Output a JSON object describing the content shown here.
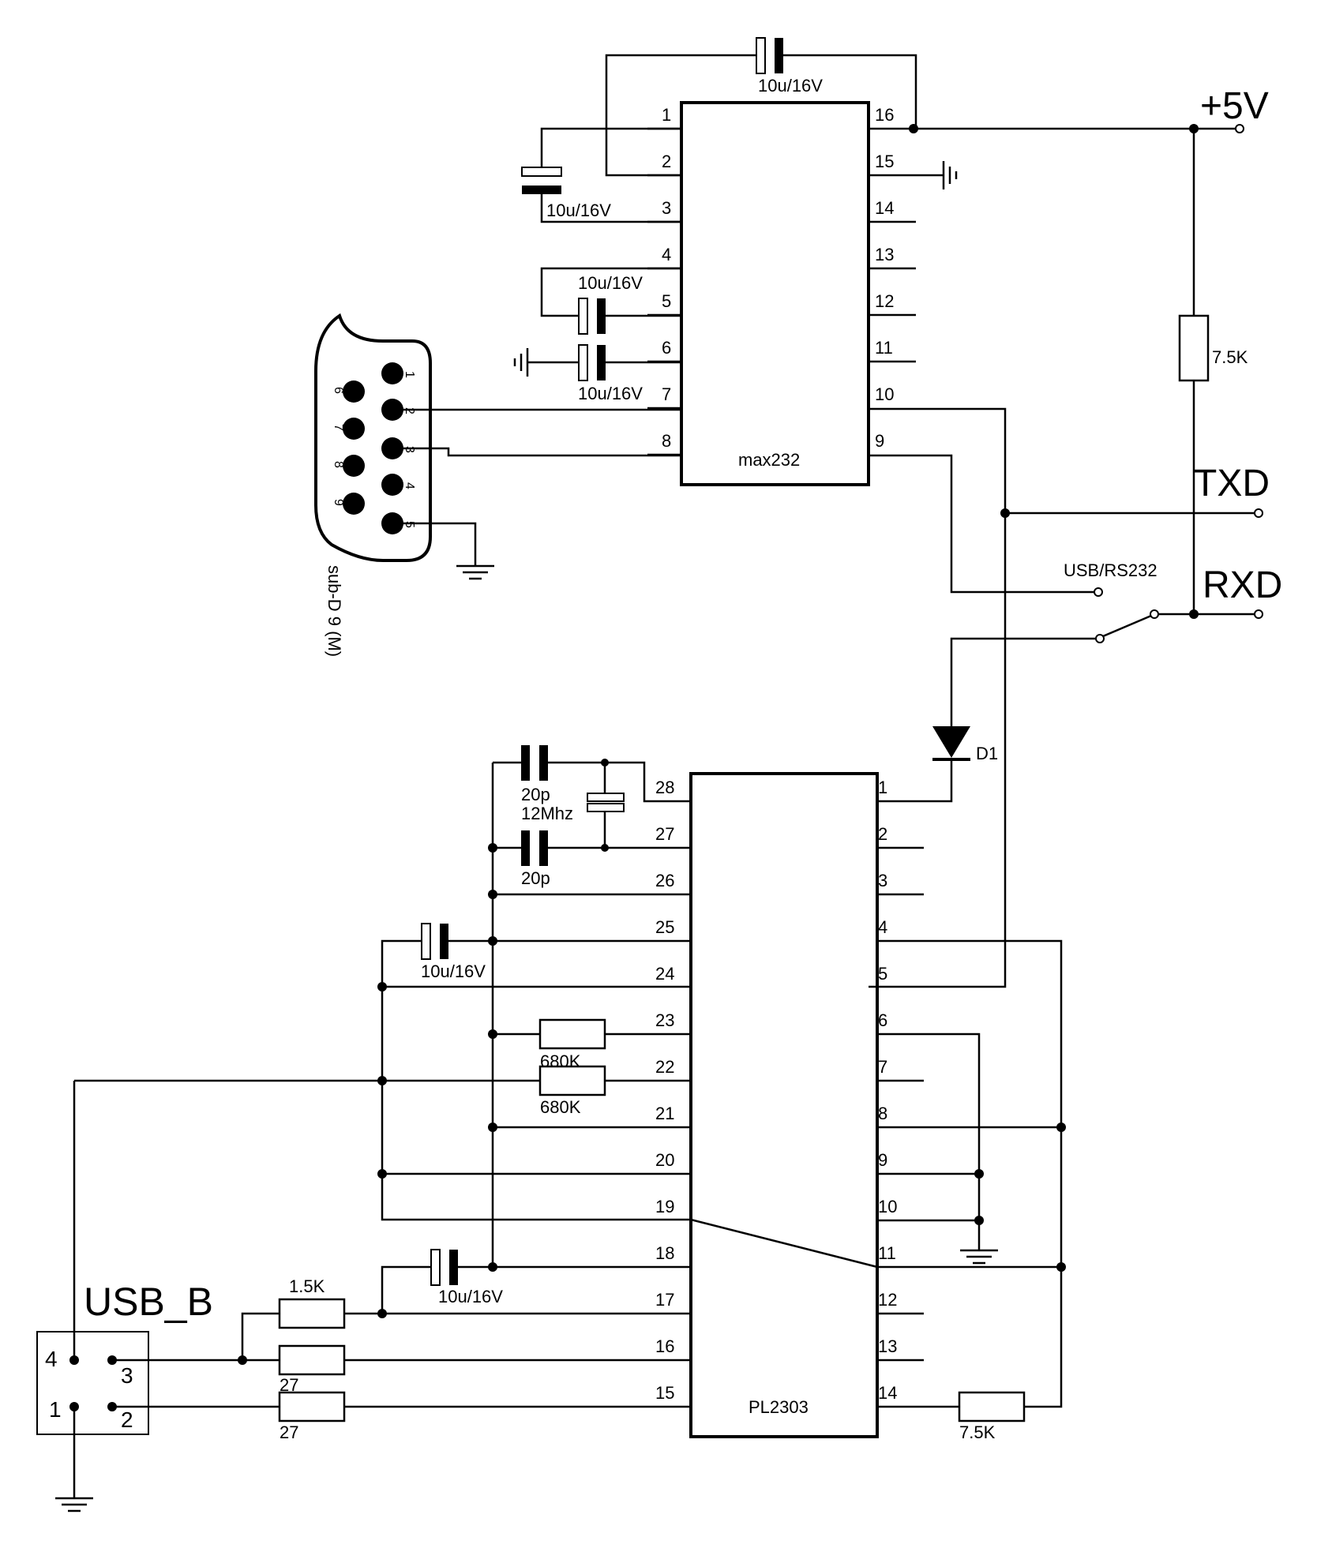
{
  "ics": {
    "max232": {
      "name": "max232",
      "left_pins": [
        "1",
        "2",
        "3",
        "4",
        "5",
        "6",
        "7",
        "8"
      ],
      "right_pins": [
        "16",
        "15",
        "14",
        "13",
        "12",
        "11",
        "10",
        "9"
      ]
    },
    "pl2303": {
      "name": "PL2303",
      "left_pins": [
        "28",
        "27",
        "26",
        "25",
        "24",
        "23",
        "22",
        "21",
        "20",
        "19",
        "18",
        "17",
        "16",
        "15"
      ],
      "right_pins": [
        "1",
        "2",
        "3",
        "4",
        "5",
        "6",
        "7",
        "8",
        "9",
        "10",
        "11",
        "12",
        "13",
        "14"
      ]
    }
  },
  "labels": {
    "vcc": "+5V",
    "txd": "TXD",
    "rxd": "RXD",
    "switch": "USB/RS232",
    "diode": "D1",
    "crystal": "12Mhz",
    "usb": "USB_B",
    "connector": "sub-D 9 (M)"
  },
  "components": {
    "cap_top": "10u/16V",
    "cap_pin13": "10u/16V",
    "cap_pin45": "10u/16V",
    "cap_pin6": "10u/16V",
    "cap_25": "10u/16V",
    "cap_18": "10u/16V",
    "c_xtal1": "20p",
    "c_xtal2": "20p",
    "r_23": "680K",
    "r_22": "680K",
    "r_pullup": "7.5K",
    "r_14": "7.5K",
    "r_17": "1.5K",
    "r_16": "27",
    "r_15": "27"
  },
  "subd": {
    "pins": [
      "1",
      "2",
      "3",
      "4",
      "5",
      "6",
      "7",
      "8",
      "9"
    ]
  },
  "usb_pins": [
    "4",
    "3",
    "1",
    "2"
  ]
}
